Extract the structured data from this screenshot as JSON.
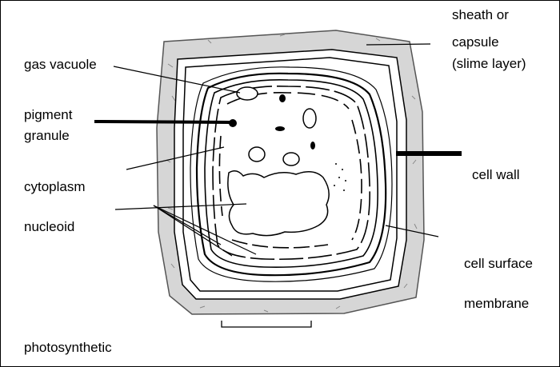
{
  "labels": {
    "gas_vacuole": "gas vacuole",
    "pigment_line1": "pigment",
    "pigment_line2": "granule",
    "cytoplasm": "cytoplasm",
    "nucleoid": "nucleoid",
    "photosynthetic": "photosynthetic",
    "sheath_line1": "sheath or",
    "sheath_line2": "capsule",
    "sheath_line3": "(slime layer)",
    "cell_wall": "cell wall",
    "cell_surface": "cell surface",
    "membrane": "membrane"
  },
  "colors": {
    "sheath_fill": "#d6d6d6",
    "line": "#000000"
  }
}
